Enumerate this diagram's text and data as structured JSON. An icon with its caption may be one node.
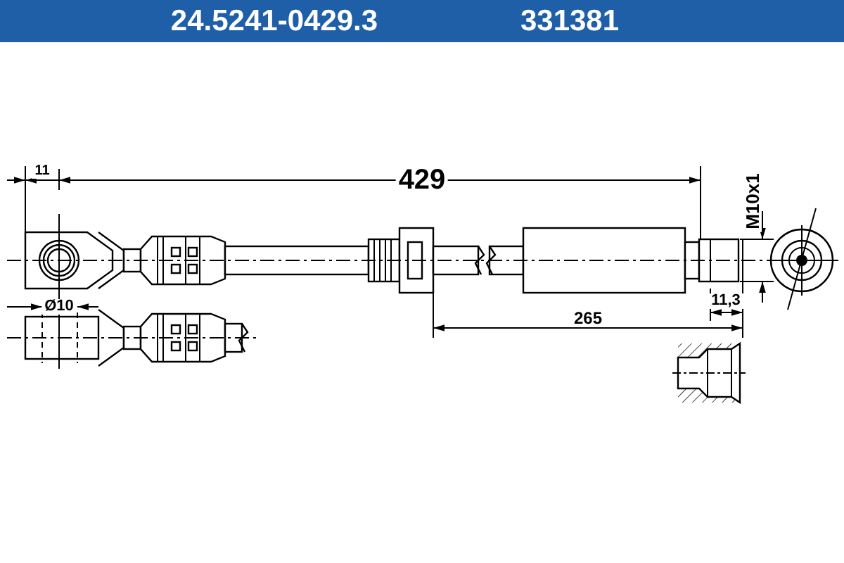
{
  "diagram": {
    "title": "24.5241-0429.3",
    "labels": [
      "331381",
      "11",
      "429",
      "M10x1",
      "Ø10",
      "11,3",
      "265"
    ]
  }
}
